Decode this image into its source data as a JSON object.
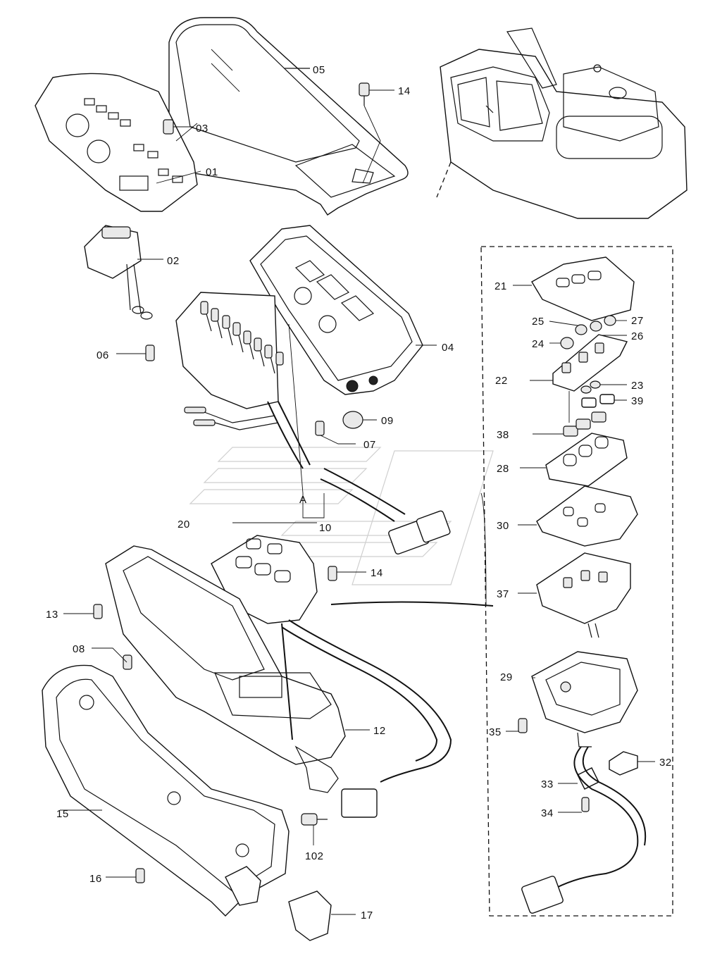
{
  "diagram": {
    "labels": {
      "p01": "01",
      "p02": "02",
      "p03": "03",
      "p04": "04",
      "p05": "05",
      "p06": "06",
      "p07": "07",
      "p08": "08",
      "p09": "09",
      "p10": "10",
      "p12": "12",
      "p13": "13",
      "p14a": "14",
      "p14b": "14",
      "p15": "15",
      "p16": "16",
      "p17": "17",
      "p20": "20",
      "p21": "21",
      "p22": "22",
      "p23": "23",
      "p24": "24",
      "p25": "25",
      "p26": "26",
      "p27": "27",
      "p28": "28",
      "p29": "29",
      "p30": "30",
      "p32": "32",
      "p33": "33",
      "p34": "34",
      "p35": "35",
      "p37": "37",
      "p38": "38",
      "p39": "39",
      "p102": "102",
      "detailA": "A"
    }
  }
}
